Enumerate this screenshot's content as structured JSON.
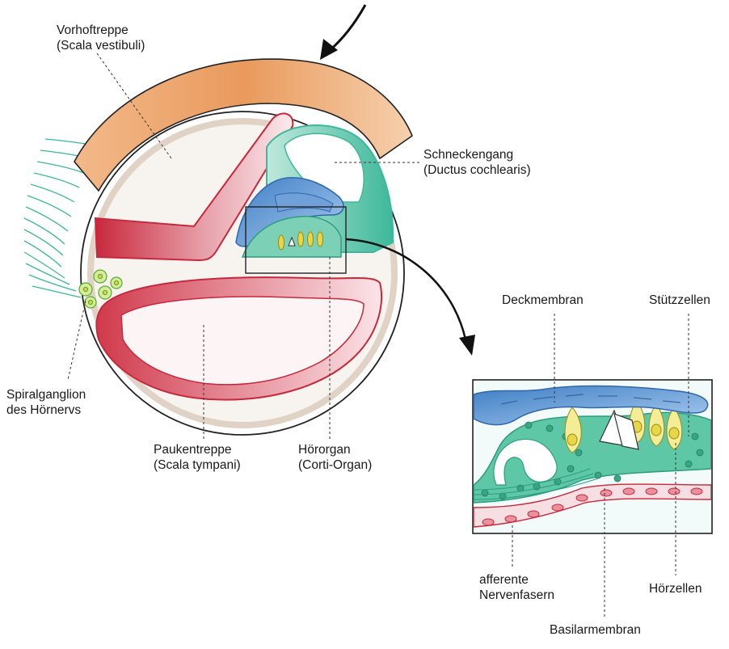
{
  "labels": {
    "scala_vestibuli": {
      "line1": "Vorhoftreppe",
      "line2": "(Scala vestibuli)"
    },
    "ductus_cochlearis": {
      "line1": "Schneckengang",
      "line2": "(Ductus cochlearis)"
    },
    "spiral_ganglion": {
      "line1": "Spiralganglion",
      "line2": "des Hörnervs"
    },
    "scala_tympani": {
      "line1": "Paukentreppe",
      "line2": "(Scala tympani)"
    },
    "corti_organ": {
      "line1": "Hörorgan",
      "line2": "(Corti-Organ)"
    },
    "tectorial_membrane": "Deckmembran",
    "supporting_cells": "Stützzellen",
    "afferent_fibers": {
      "line1": "afferente",
      "line2": "Nervenfasern"
    },
    "hair_cells": "Hörzellen",
    "basilar_membrane": "Basilarmembran"
  },
  "colors": {
    "scala_vestibuli": "#f0a468",
    "red_duct": "#c8283c",
    "endolymph_green": "#3db89a",
    "tectorial_blue": "#4f86c8",
    "hair_cell_yellow": "#e8d64a",
    "outline": "#222222"
  }
}
